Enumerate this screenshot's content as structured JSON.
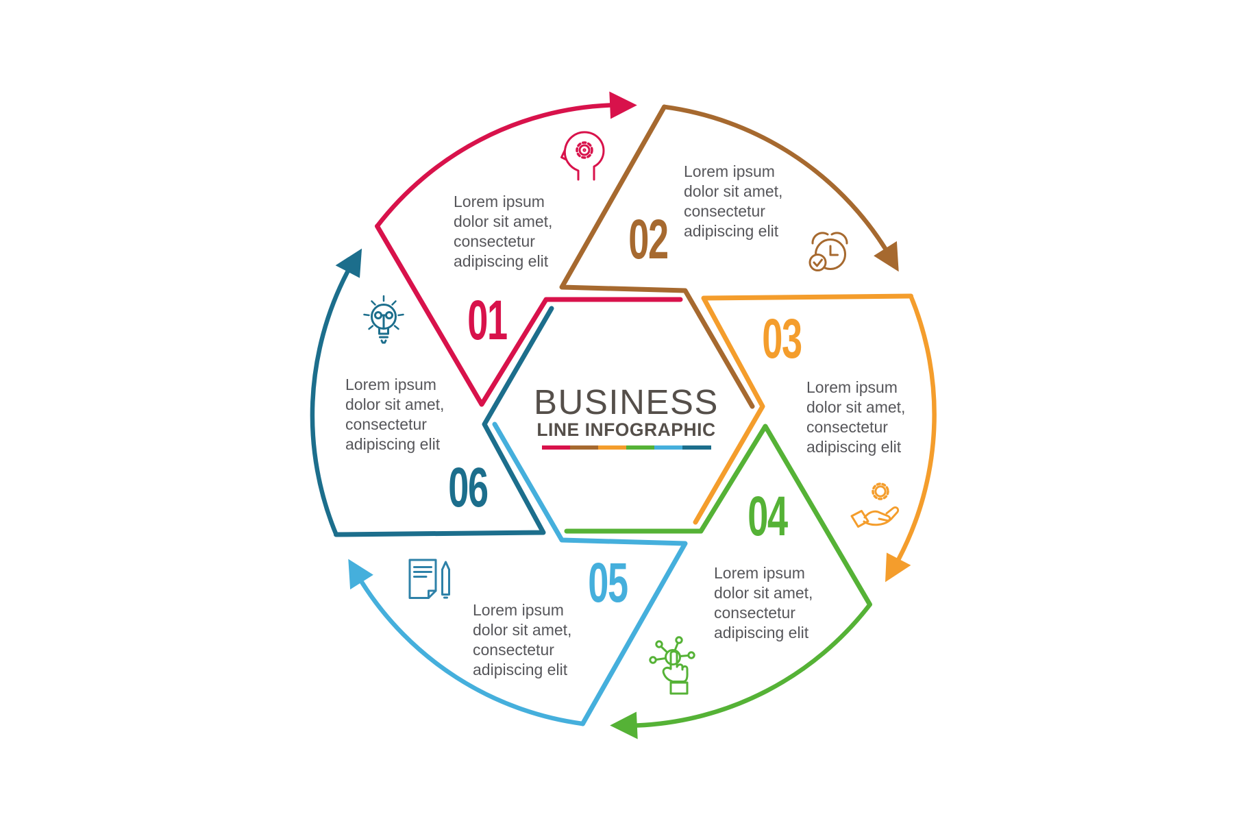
{
  "title": {
    "main": "BUSINESS",
    "sub": "LINE INFOGRAPHIC",
    "color": "#554F4A"
  },
  "text_color": "#56565A",
  "background": "#FFFFFF",
  "segments": [
    {
      "number": "01",
      "color": "#D8124B",
      "icon": "head-gear-icon",
      "icon_color": "#D8124B",
      "label": "Lorem ipsum\ndolor sit amet,\nconsectetur\nadipiscing elit"
    },
    {
      "number": "02",
      "color": "#A6692F",
      "icon": "alarm-clock-icon",
      "icon_color": "#A6692F",
      "label": "Lorem ipsum\ndolor sit amet,\nconsectetur\nadipiscing elit"
    },
    {
      "number": "03",
      "color": "#F49D2C",
      "icon": "hand-gear-icon",
      "icon_color": "#F49D2C",
      "label": "Lorem ipsum\ndolor sit amet,\nconsectetur\nadipiscing elit"
    },
    {
      "number": "04",
      "color": "#55B236",
      "icon": "touch-network-icon",
      "icon_color": "#55B236",
      "label": "Lorem ipsum\ndolor sit amet,\nconsectetur\nadipiscing elit"
    },
    {
      "number": "05",
      "color": "#45AFDC",
      "icon": "document-pencil-icon",
      "icon_color": "#2E81A8",
      "label": "Lorem ipsum\ndolor sit amet,\nconsectetur\nadipiscing elit"
    },
    {
      "number": "06",
      "color": "#1C6E8C",
      "icon": "lightbulb-icon",
      "icon_color": "#1C6E8C",
      "label": "Lorem ipsum\ndolor sit amet,\nconsectetur\nadipiscing elit"
    }
  ],
  "underline_colors": [
    "#D8124B",
    "#A6692F",
    "#F49D2C",
    "#55B236",
    "#45AFDC",
    "#1C6E8C"
  ]
}
